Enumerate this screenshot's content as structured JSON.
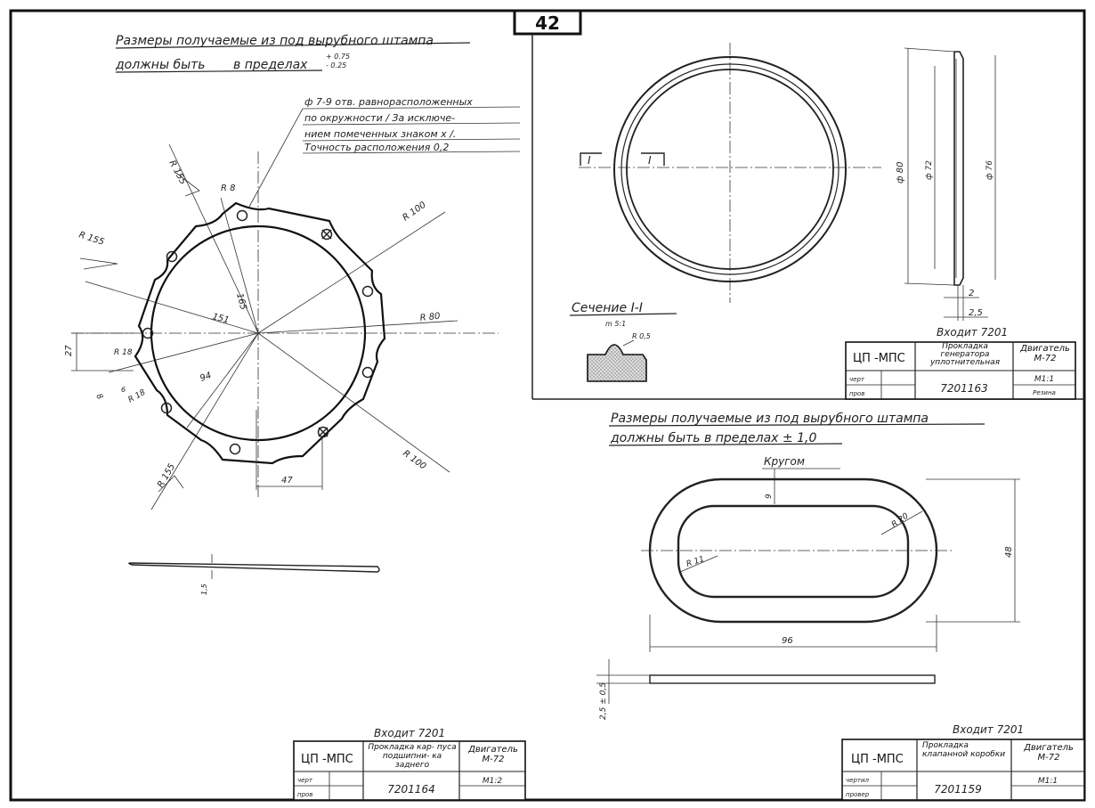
{
  "sheet": {
    "page_number": "42"
  },
  "top_left": {
    "note_line1": "Размеры получаемые из под вырубного штампа",
    "note_line2": "должны быть",
    "note_line2b": "в пределах",
    "tol_plus": "+ 0.75",
    "tol_minus": "- 0.25",
    "holes_line1": "ф 7-9 отв. равнорасположенных",
    "holes_line2": "по окружности / За исключе-",
    "holes_line3": "нием помеченных знаком x /.",
    "holes_line4": "Точность расположения 0,2",
    "dims": {
      "r155a": "R 155",
      "r155b": "R 155",
      "r155c": "R 155",
      "r8": "R 8",
      "r100a": "R 100",
      "r100b": "R 100",
      "r80": "R 80",
      "d165": "165",
      "d151": "151",
      "d94": "94",
      "d27": "27",
      "r18a": "R 18",
      "r18b": "R 18",
      "d8": "8",
      "d47": "47",
      "d6": "6",
      "thk": "1,5"
    }
  },
  "top_right": {
    "section_label": "Сечение I-I",
    "scale": "m 5:1",
    "r05": "R 0,5",
    "cut_a": "I",
    "cut_b": "I",
    "d80": "ф 80",
    "d72": "ф 72",
    "d76": "ф 76",
    "d2": "2",
    "d25": "2,5",
    "vhodit": "Входит 7201"
  },
  "mid_right": {
    "note_line1": "Размеры получаемые из под вырубного штампа",
    "note_line2": "должны быть в пределах ± 1,0",
    "krugom": "Кругом",
    "d9": "9",
    "r20": "R 20",
    "r11": "R 11",
    "d48": "48",
    "d96": "96",
    "d25": "2,5 ± 0,5",
    "vhodit": "Входит 7201"
  },
  "title_blocks": [
    {
      "org": "ЦП -МПС",
      "name": "Прокладка генератора уплотнительная",
      "engine": "Двигатель М-72",
      "code": "7201163",
      "scale": "М1:1",
      "material": "Резина",
      "r1": "черт",
      "r2": "пров"
    },
    {
      "org": "ЦП -МПС",
      "name": "Прокладка кар- пуса подшипни- ка заднего",
      "engine": "Двигатель М-72",
      "code": "7201164",
      "scale": "М1:2",
      "material": "",
      "r1": "черт",
      "r2": "пров"
    },
    {
      "org": "ЦП -МПС",
      "name": "Прокладка клапанной коробки",
      "engine": "Двигатель М-72",
      "code": "7201159",
      "scale": "М1:1",
      "material": "",
      "r1": "чертил",
      "r2": "провер"
    }
  ],
  "vhodit_bottom_left": "Входит 7201"
}
